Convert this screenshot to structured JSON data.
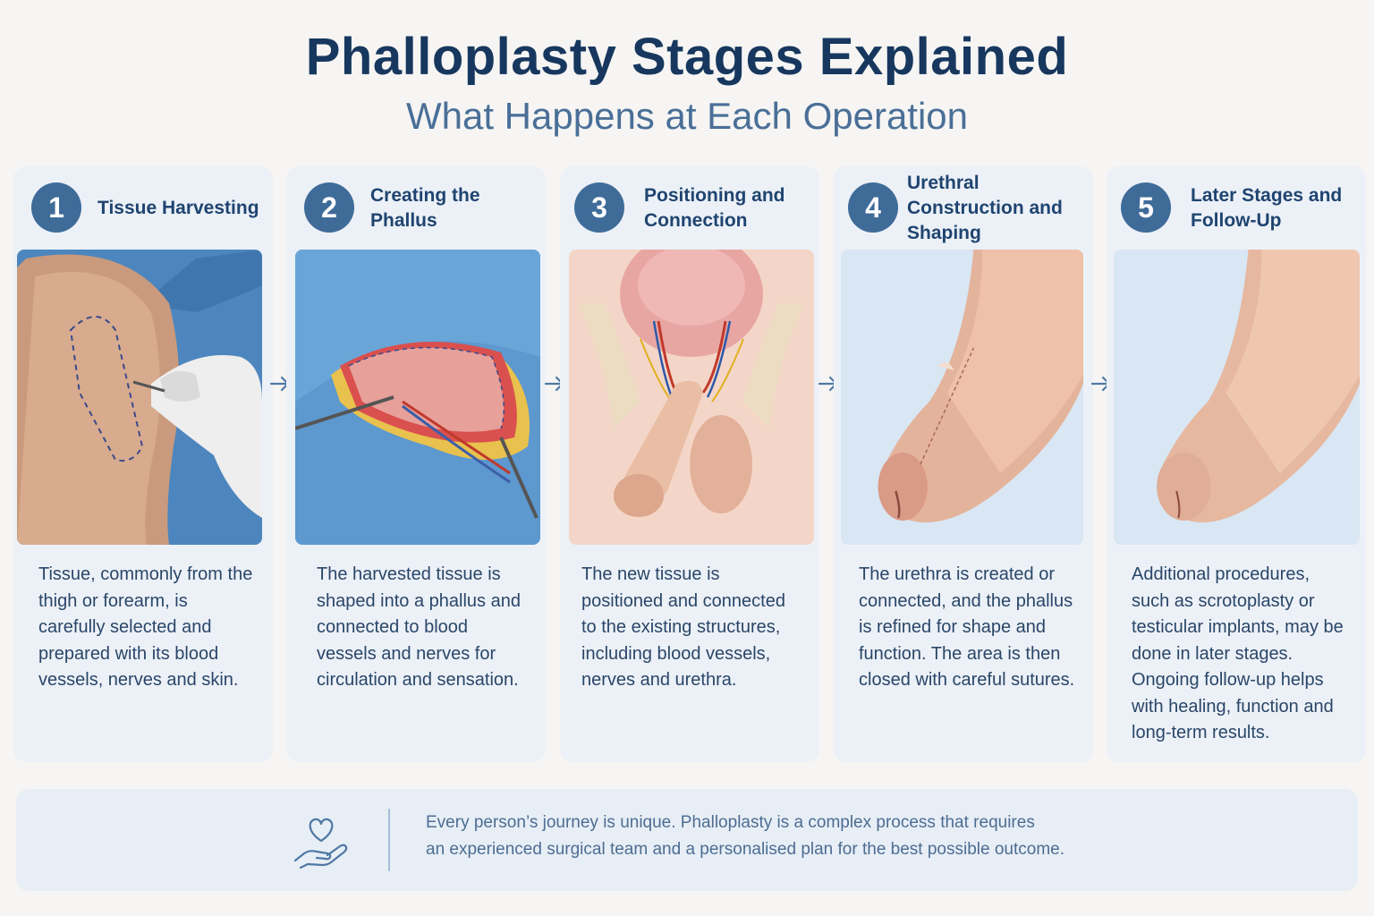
{
  "header": {
    "title": "Phalloplasty Stages Explained",
    "subtitle": "What Happens at Each Operation"
  },
  "stages": [
    {
      "number": "1",
      "title": "Tissue Harvesting",
      "description": "Tissue, commonly from the thigh or forearm, is carefully selected and prepared with its blood vessels, nerves and skin.",
      "illustration": "forearm-marking-illustration"
    },
    {
      "number": "2",
      "title": "Creating the Phallus",
      "description": "The harvested tissue is shaped into a phallus and connected to blood vessels and nerves for circulation and sensation.",
      "illustration": "tissue-flap-illustration"
    },
    {
      "number": "3",
      "title": "Positioning and Connection",
      "description": "The new tissue is positioned and connected to the existing structures, including blood vessels, nerves and urethra.",
      "illustration": "anatomy-connection-illustration"
    },
    {
      "number": "4",
      "title": "Urethral Construction and Shaping",
      "description": "The urethra is created or connected, and the phallus is refined for shape and function. The area is then closed with careful sutures.",
      "illustration": "urethra-shaping-illustration"
    },
    {
      "number": "5",
      "title": "Later Stages and Follow-Up",
      "description": "Additional procedures, such as scrotoplasty or testicular implants, may be done in later stages. Ongoing follow-up helps with healing, function and long-term results.",
      "illustration": "healed-result-illustration"
    }
  ],
  "footer": {
    "icon": "heart-in-hand-icon",
    "line1": "Every person’s journey is unique.  Phalloplasty is a complex process that requires",
    "line2": "an experienced surgical team and a personalised plan for the best possible outcome."
  },
  "colors": {
    "title": "#17375e",
    "subtitle": "#4a6f97",
    "badge": "#3f6b99",
    "card_background": "#ecf1f7",
    "page_background": "#f6f5f3",
    "footer_background": "#e7eef6"
  }
}
